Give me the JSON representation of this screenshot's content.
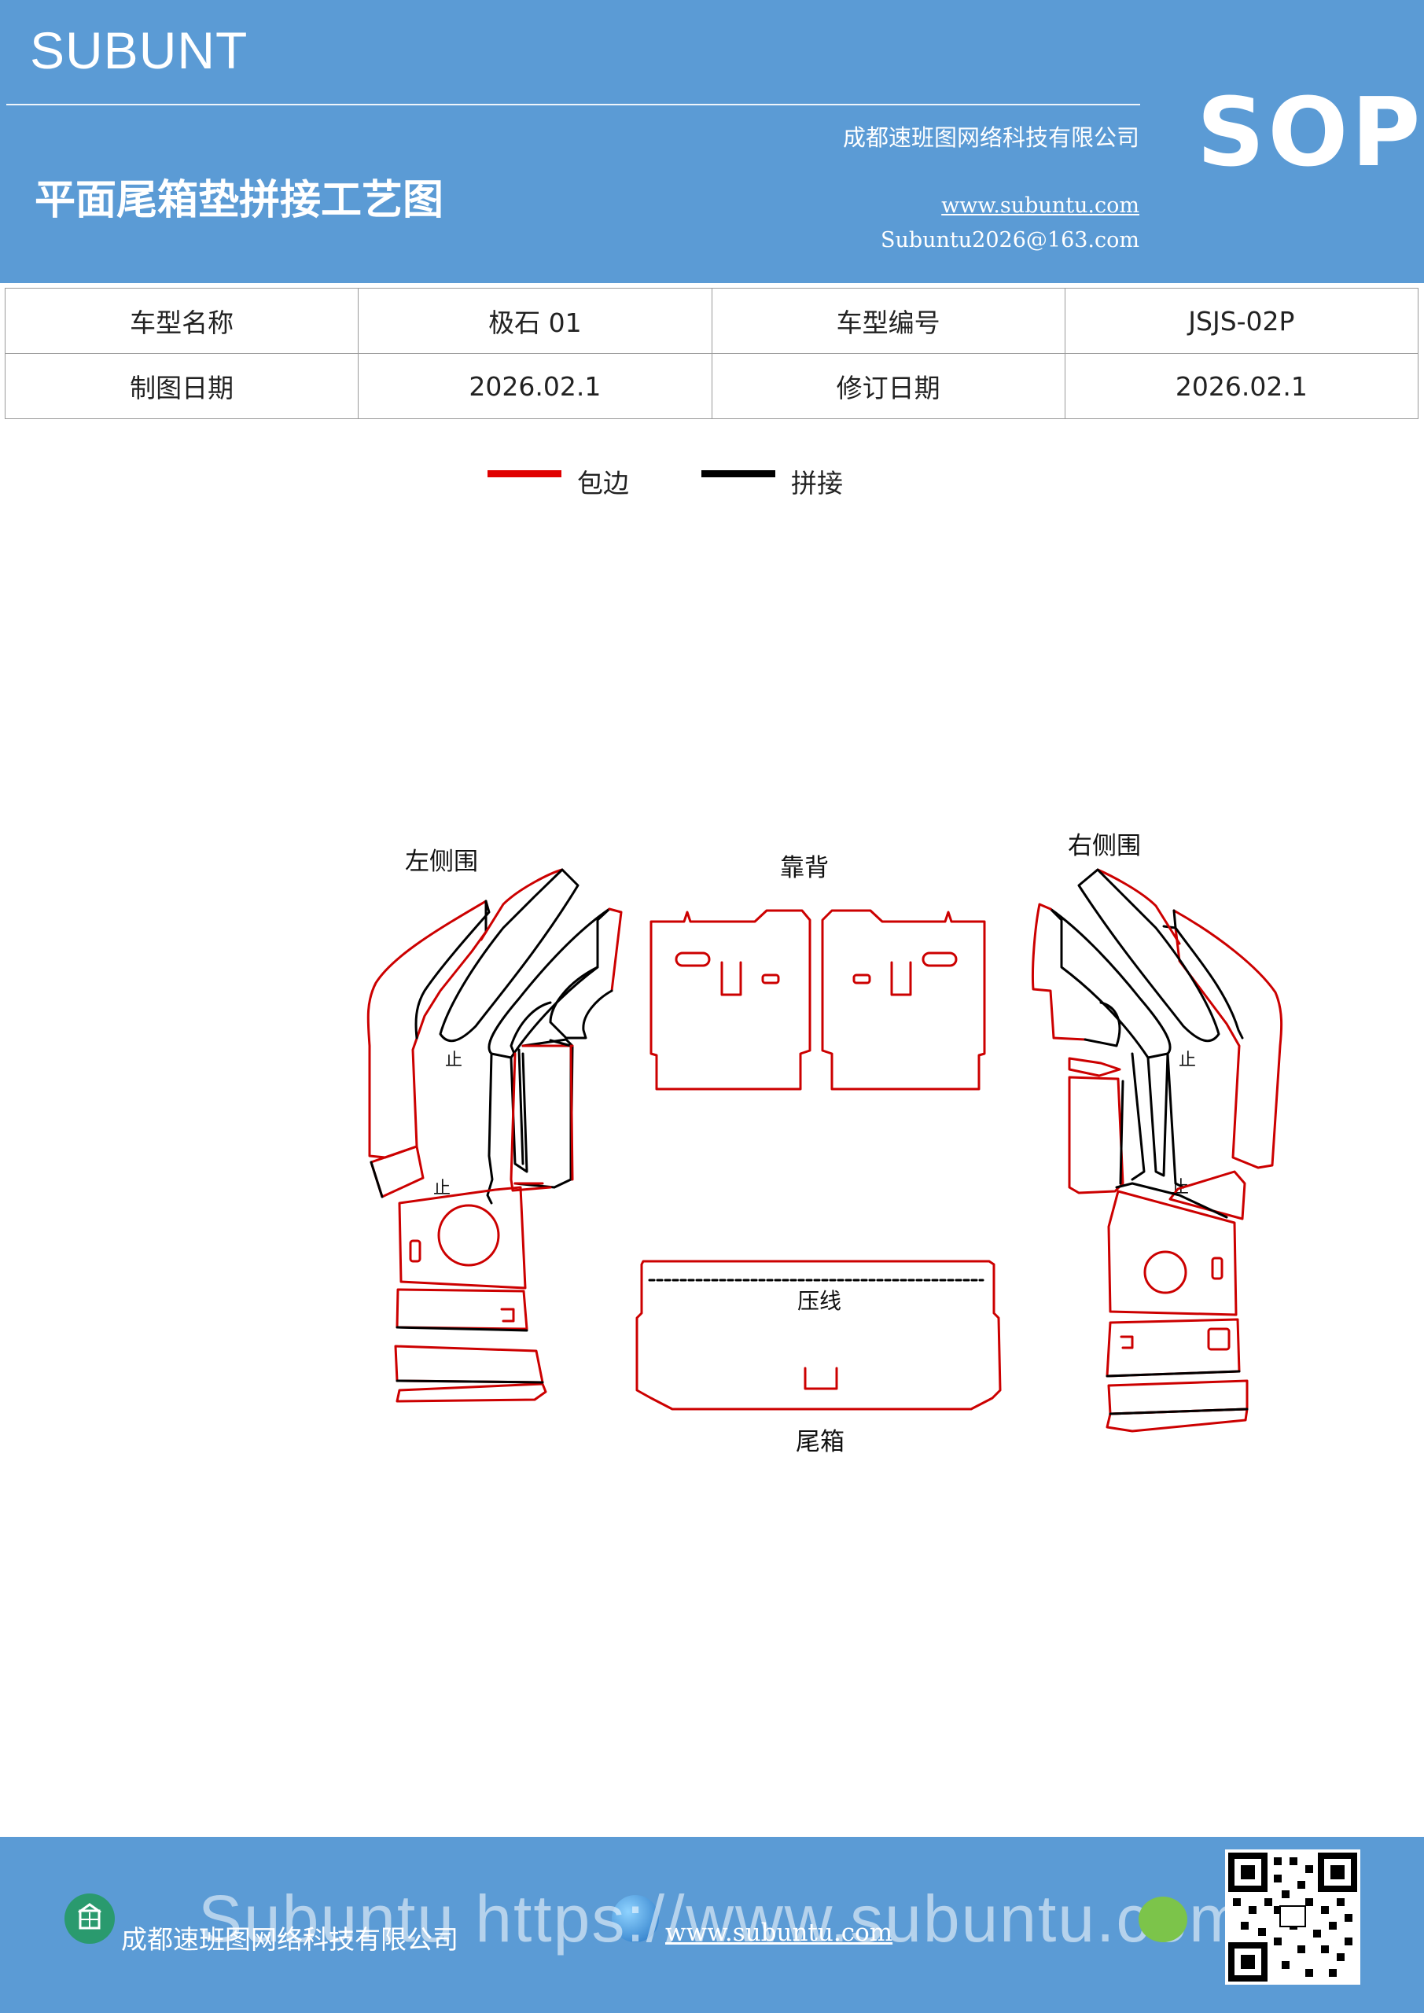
{
  "header": {
    "brand": "SUBUNT",
    "title": "平面尾箱垫拼接工艺图",
    "company": "成都速班图网络科技有限公司",
    "website": "www.subuntu.com",
    "email": "Subuntu2026@163.com",
    "badge": "SOP",
    "background_color": "#5b9bd5"
  },
  "info_table": {
    "rows": [
      {
        "label1": "车型名称",
        "value1": "极石 01",
        "label2": "车型编号",
        "value2": "JSJS-02P"
      },
      {
        "label1": "制图日期",
        "value1": "2026.02.1",
        "label2": "修订日期",
        "value2": "2026.02.1"
      }
    ]
  },
  "legend": {
    "items": [
      {
        "label": "包边",
        "color": "#e00000"
      },
      {
        "label": "拼接",
        "color": "#000000"
      }
    ]
  },
  "diagram": {
    "labels": {
      "left_side": "左侧围",
      "backrest": "靠背",
      "right_side": "右侧围",
      "crease": "压线",
      "trunk": "尾箱",
      "stop": "止"
    },
    "edge_color": "#cc0000",
    "seam_color": "#000000"
  },
  "footer": {
    "company": "成都速班图网络科技有限公司",
    "website": "www.subuntu.com",
    "banner": "Subuntu https://www.subuntu.com",
    "background_color": "#5b9bd5",
    "icons": [
      "building-icon",
      "globe-icon",
      "wechat-icon",
      "qr-code"
    ]
  }
}
